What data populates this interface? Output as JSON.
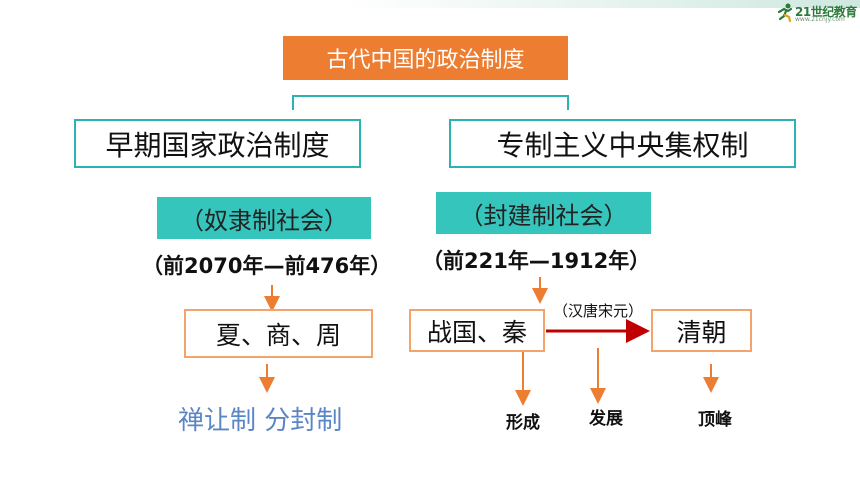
{
  "branding": {
    "logo_text": "21世纪教育",
    "logo_sub": "www.21cnjy.com"
  },
  "root": {
    "title": "古代中国的政治制度"
  },
  "left": {
    "heading": "早期国家政治制度",
    "society": "（奴隶制社会）",
    "period": "（前2070年—前476年）",
    "dynasties": "夏、商、周",
    "systems": "禅让制  分封制"
  },
  "right": {
    "heading": "专制主义中央集权制",
    "society": "（封建制社会）",
    "period": "（前221年—1912年）",
    "start": "战国、秦",
    "middle_note": "（汉唐宋元）",
    "end": "清朝",
    "stages": [
      "形成",
      "发展",
      "顶峰"
    ]
  },
  "colors": {
    "orange": "#ed7d31",
    "teal": "#36c5bc",
    "teal_border": "#2bb3b3",
    "arrow_orange": "#ed7d31",
    "arrow_red": "#c00000",
    "blue_text": "#5b86c6"
  }
}
